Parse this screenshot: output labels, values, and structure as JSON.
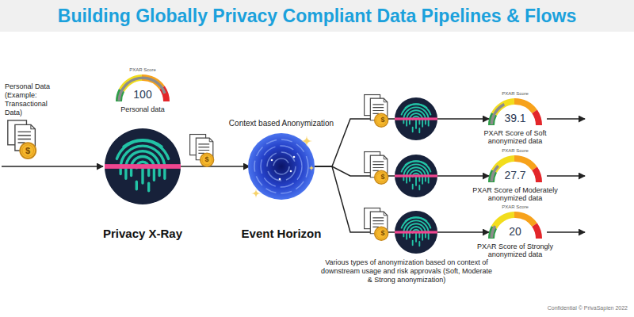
{
  "diagram": {
    "title": "Building Globally Privacy Compliant Data Pipelines & Flows",
    "nodes": [
      {
        "text": [
          "PXAR Score",
          "100",
          "Personal data"
        ]
      },
      {
        "text": [
          "Privacy X-Ray"
        ]
      },
      {
        "text": [
          "Context based Anonymization",
          "Event Horizon"
        ]
      },
      {
        "text": [
          "PXAR Score",
          "39.1",
          "PXAR Score of Soft anonymized data"
        ]
      },
      {
        "text": [
          "PXAR Score",
          "27.7",
          "PXAR Score of Moderately anonymized data"
        ]
      },
      {
        "text": [
          "PXAR Score",
          "20",
          "PXAR Score of Strongly anonymized data"
        ]
      }
    ],
    "edges": [
      {
        "from": 1,
        "to": 2,
        "arrow": "to"
      },
      {
        "from": 2,
        "to": 3,
        "arrow": "to"
      },
      {
        "from": 2,
        "to": 4,
        "arrow": "to"
      },
      {
        "from": 2,
        "to": 5,
        "arrow": "to"
      }
    ],
    "labels": [
      "Personal Data (Example: Transactional Data)",
      "Various types of anonymization based on context of downstream usage and risk approvals (Soft, Moderate & Strong anonymization)",
      "Confidential © PrivaSapien 2022",
      "$",
      "$",
      "$",
      "$",
      "$"
    ]
  }
}
